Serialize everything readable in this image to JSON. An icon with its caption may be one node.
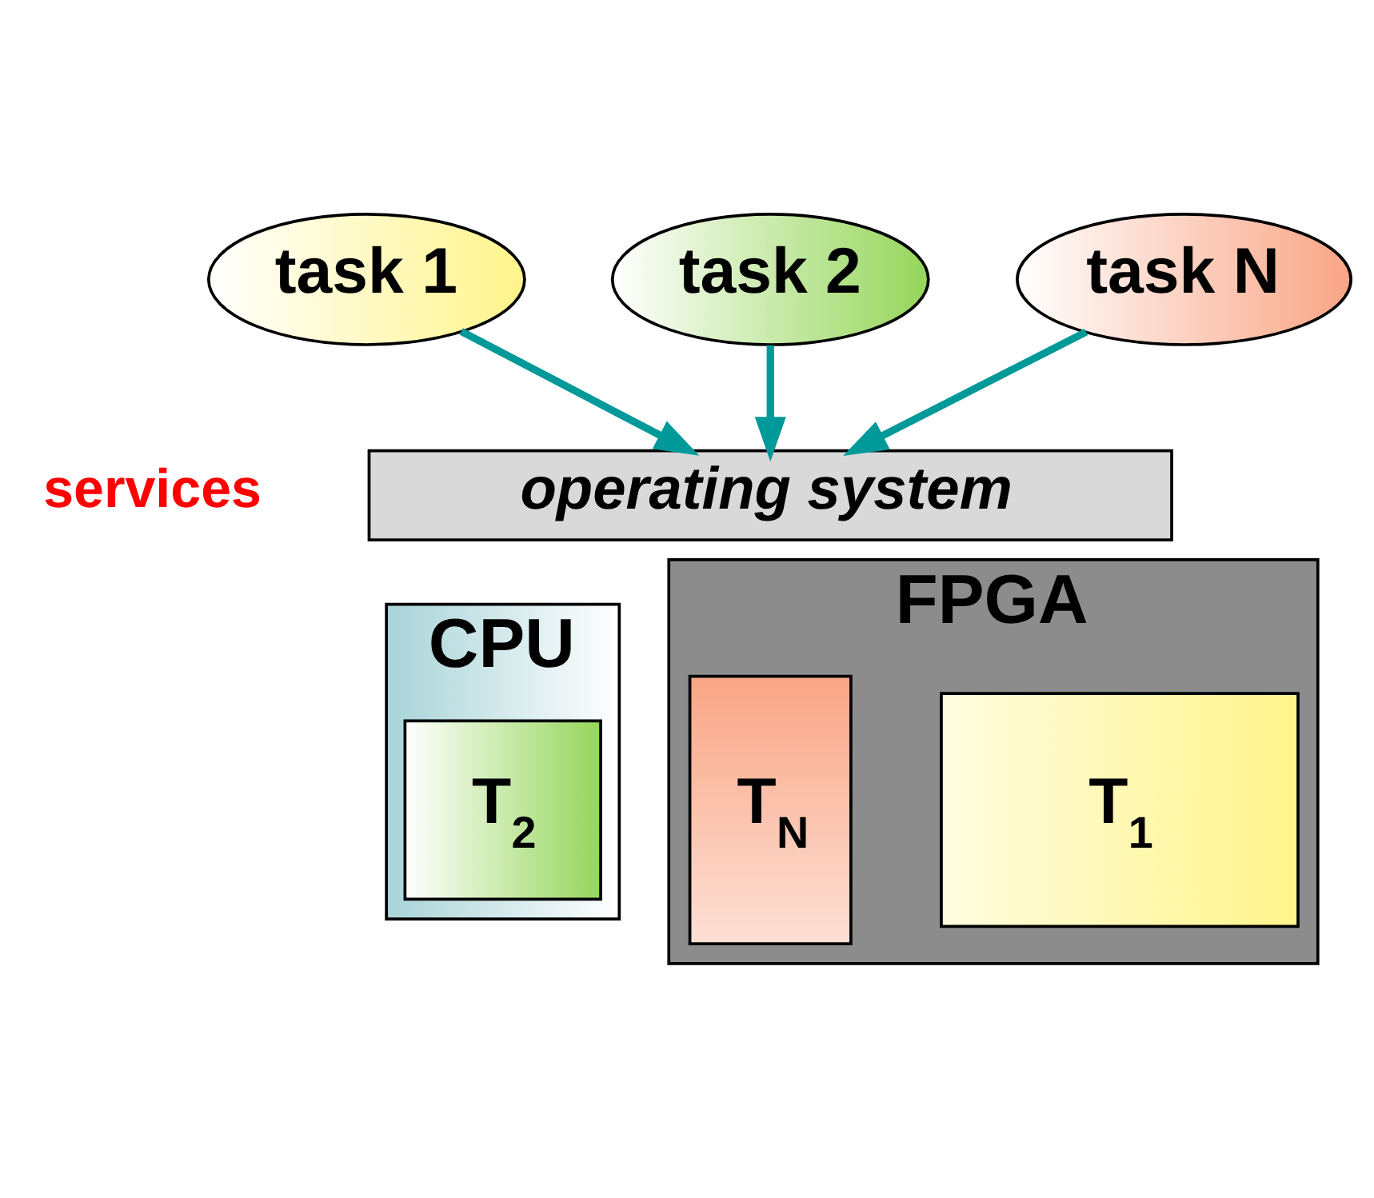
{
  "diagram": {
    "nodes": [
      {
        "text": [
          "task 1"
        ]
      },
      {
        "text": [
          "task 2"
        ]
      },
      {
        "text": [
          "task N"
        ]
      },
      {
        "text": [
          "operating system"
        ]
      },
      {
        "text": [
          "CPU"
        ]
      },
      {
        "text": [
          "T$_{2}$"
        ],
        "in": 4
      },
      {
        "text": [
          "FPGA"
        ]
      },
      {
        "text": [
          "T$_{1}$"
        ],
        "in": 6
      },
      {
        "text": [
          "T$_{N}$"
        ],
        "in": 6
      }
    ],
    "edges": [
      {
        "from": 0,
        "to": 3,
        "arrow": "to"
      },
      {
        "from": 1,
        "to": 3,
        "arrow": "to"
      },
      {
        "from": 2,
        "to": 3,
        "arrow": "to"
      }
    ],
    "labels": [
      "services"
    ]
  }
}
